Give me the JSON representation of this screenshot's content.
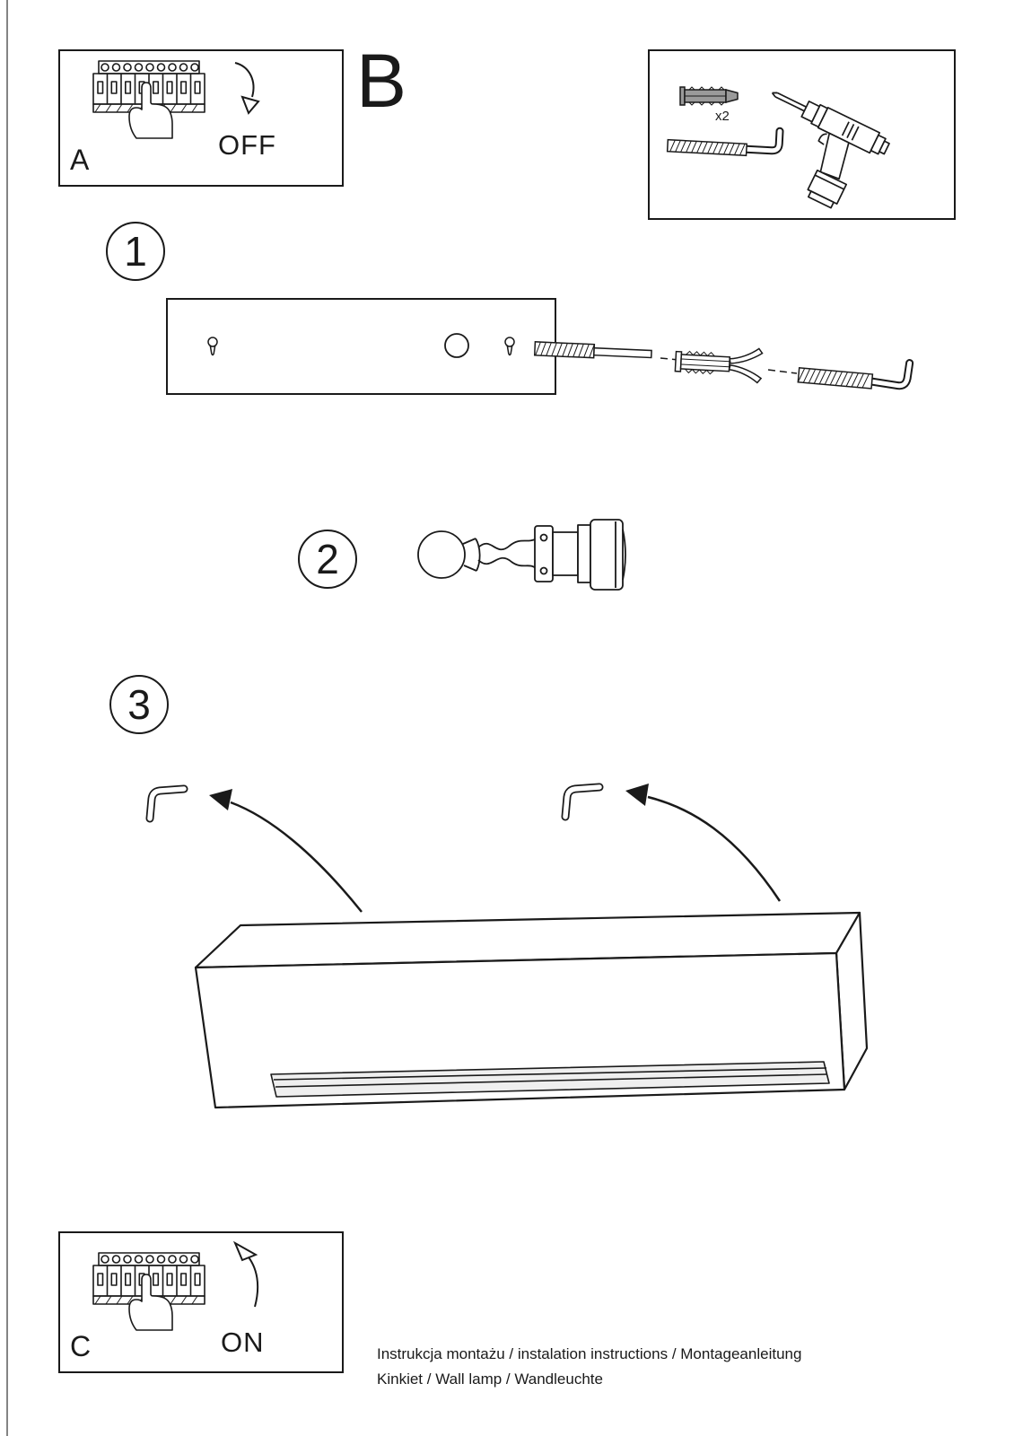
{
  "colors": {
    "ink": "#1a1a1a",
    "anchor_gray": "#9a9a9a"
  },
  "panel_a": {
    "letter": "A",
    "switch_label": "OFF"
  },
  "panel_c": {
    "letter": "C",
    "switch_label": "ON"
  },
  "section_b": {
    "letter": "B"
  },
  "parts_box": {
    "anchor_count": "x2"
  },
  "steps": [
    {
      "number": "1"
    },
    {
      "number": "2"
    },
    {
      "number": "3"
    }
  ],
  "footer": {
    "line1": "Instrukcja montażu / instalation instructions / Montageanleitung",
    "line2": "Kinkiet / Wall lamp / Wandleuchte"
  }
}
